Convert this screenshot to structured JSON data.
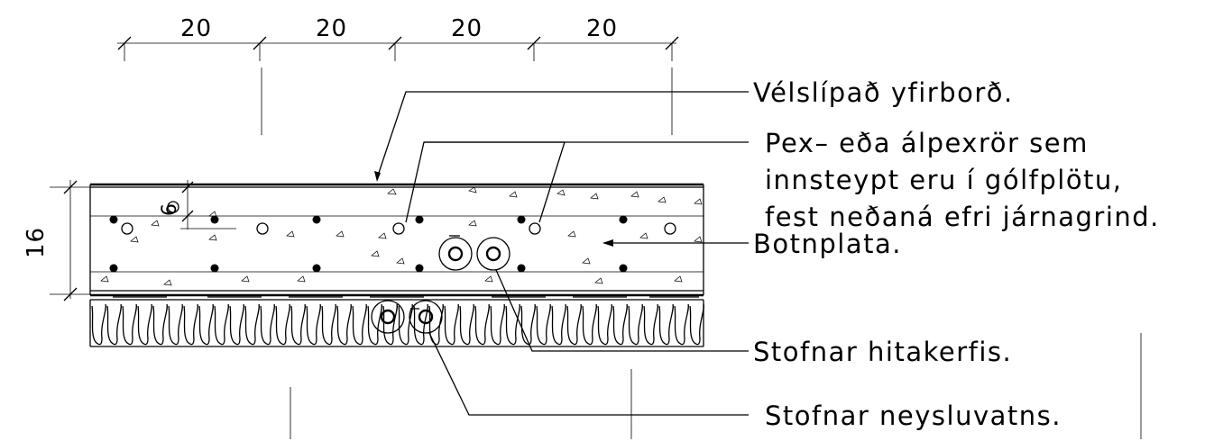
{
  "dimensions": {
    "spacing": [
      "20",
      "20",
      "20",
      "20"
    ],
    "slab_thickness": "16",
    "top_cover": "6"
  },
  "labels": {
    "surface": "Vélslípað yfirborð.",
    "pipes_line1": "Pex– eða álpexrör sem",
    "pipes_line2": "innsteypt eru í gólfplötu,",
    "pipes_line3": "fest neðaná efri járnagrind.",
    "base_slab": "Botnplata.",
    "heating_mains": "Stofnar hitakerfis.",
    "water_mains": "Stofnar neysluvatns."
  },
  "colors": {
    "line": "#000000",
    "background": "#ffffff"
  }
}
